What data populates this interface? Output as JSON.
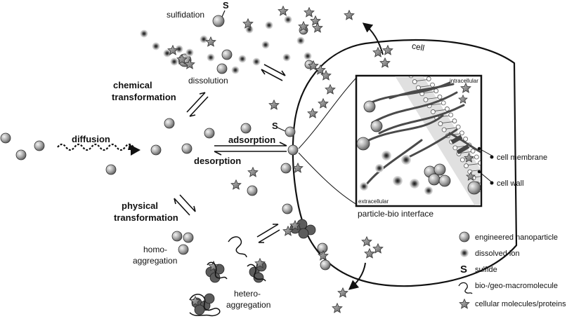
{
  "labels": {
    "sulfidation": "sulfidation",
    "sulfide_symbol": "S",
    "dissolution": "dissolution",
    "chemical_transformation_1": "chemical",
    "chemical_transformation_2": "transformation",
    "diffusion": "diffusion",
    "adsorption": "adsorption",
    "desorption": "desorption",
    "physical_transformation_1": "physical",
    "physical_transformation_2": "transformation",
    "homo_aggregation_1": "homo-",
    "homo_aggregation_2": "aggregation",
    "hetero_aggregation_1": "hetero-",
    "hetero_aggregation_2": "aggregation",
    "cell": "cell",
    "intracellular": "intracellular",
    "extracellular": "extracellular",
    "cell_membrane": "cell membrane",
    "cell_wall": "cell wall",
    "particle_bio_interface": "particle-bio interface"
  },
  "legend": [
    {
      "icon": "nanoparticle-icon",
      "label": "engineered nanoparticle"
    },
    {
      "icon": "dissolved-ion-icon",
      "label": "dissolved ion"
    },
    {
      "icon": "sulfide-icon",
      "symbol": "S",
      "label": "sulfide"
    },
    {
      "icon": "macromolecule-icon",
      "label": "bio-/geo-macromolecule"
    },
    {
      "icon": "star-protein-icon",
      "label": "cellular molecules/proteins"
    }
  ]
}
